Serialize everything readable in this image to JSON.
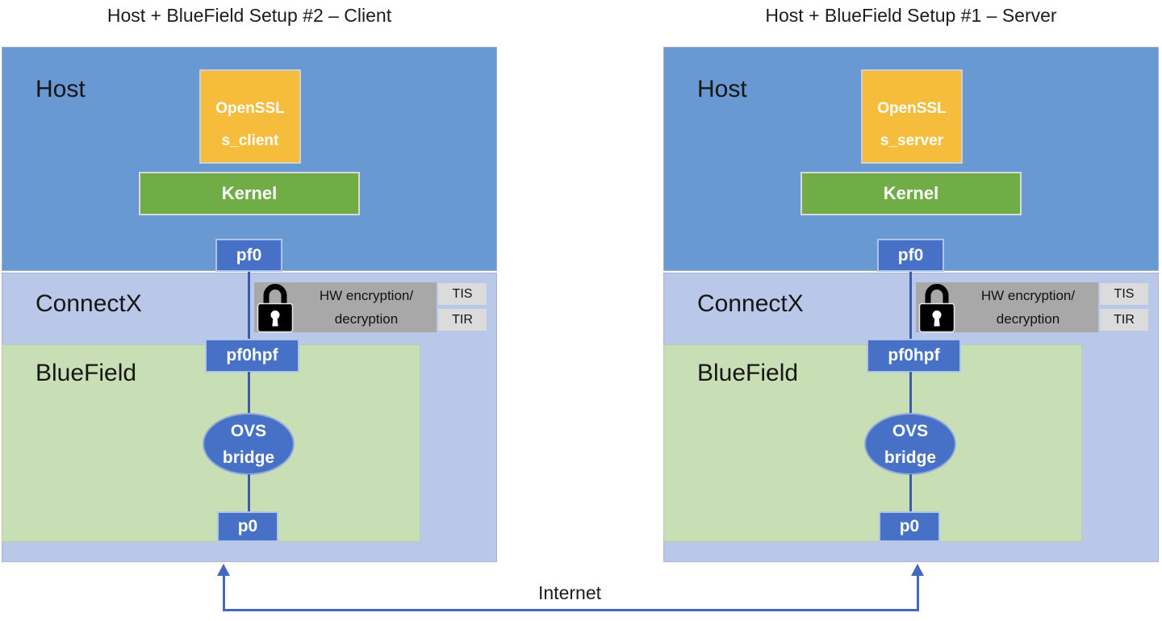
{
  "colors": {
    "host_blue": "#6899d2",
    "panel_blue": "#b9c7e9",
    "bluefield_green": "#c8dfb6",
    "kernel_green": "#70ad47",
    "node_blue": "#4671c6",
    "node_border": "#b0c4e8",
    "connector_blue": "#3b5da9",
    "arrow_blue": "#4468bd",
    "openssl_orange": "#f5bd3b",
    "box_border_gray": "#d0cece",
    "hw_gray": "#a8a8a8",
    "tag_gray": "#dbdbdb",
    "text_dark": "#1c1c1c"
  },
  "internet": {
    "label": "Internet"
  },
  "setups": [
    {
      "title": "Host + BlueField Setup #2 – Client",
      "host": {
        "label": "Host",
        "openssl_line1": "OpenSSL",
        "openssl_line2": "s_client",
        "kernel": "Kernel",
        "pf0": "pf0"
      },
      "connectx": {
        "label": "ConnectX",
        "hw_line1": "HW encryption/",
        "hw_line2": "decryption",
        "tis": "TIS",
        "tir": "TIR"
      },
      "bluefield": {
        "label": "BlueField",
        "pf0hpf": "pf0hpf",
        "ovs_line1": "OVS",
        "ovs_line2": "bridge",
        "p0": "p0"
      }
    },
    {
      "title": "Host + BlueField Setup #1 – Server",
      "host": {
        "label": "Host",
        "openssl_line1": "OpenSSL",
        "openssl_line2": "s_server",
        "kernel": "Kernel",
        "pf0": "pf0"
      },
      "connectx": {
        "label": "ConnectX",
        "hw_line1": "HW encryption/",
        "hw_line2": "decryption",
        "tis": "TIS",
        "tir": "TIR"
      },
      "bluefield": {
        "label": "BlueField",
        "pf0hpf": "pf0hpf",
        "ovs_line1": "OVS",
        "ovs_line2": "bridge",
        "p0": "p0"
      }
    }
  ]
}
